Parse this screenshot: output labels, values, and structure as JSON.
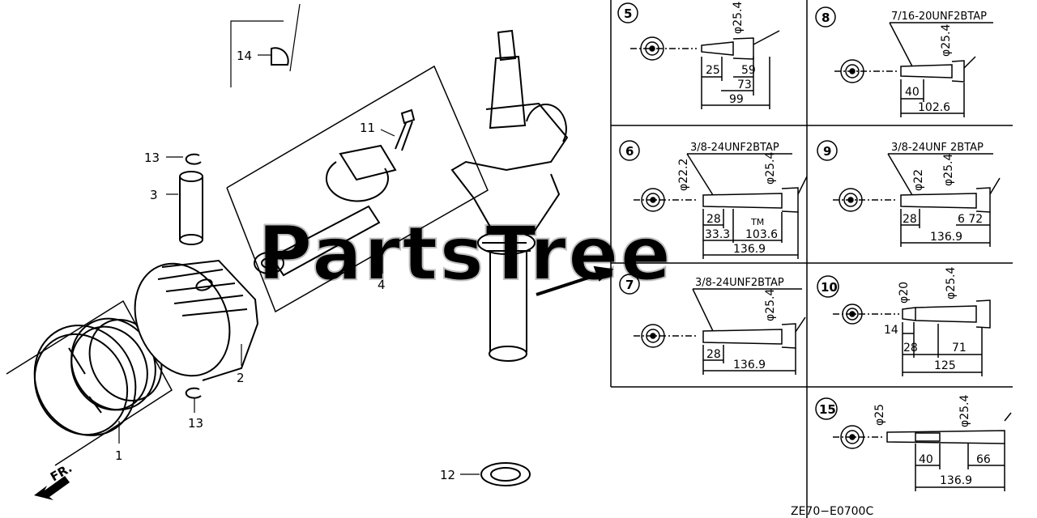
{
  "watermark": {
    "text": "PartsTree",
    "trademark": "TM"
  },
  "diagram_code": "ZE70−E0700C",
  "direction_label": "FR.",
  "callouts": {
    "c1": "1",
    "c2": "2",
    "c3": "3",
    "c4": "4",
    "c11": "11",
    "c12": "12",
    "c13a": "13",
    "c13b": "13",
    "c14": "14"
  },
  "variants": [
    {
      "id": "5",
      "dims": [
        "φ25.4",
        "25",
        "59",
        "73",
        "99"
      ]
    },
    {
      "id": "6",
      "tap": "3/8-24UNF2BTAP",
      "dims": [
        "φ22.2",
        "φ25.4",
        "28",
        "33.3",
        "103.6",
        "136.9"
      ]
    },
    {
      "id": "7",
      "tap": "3/8-24UNF2BTAP",
      "dims": [
        "φ25.4",
        "28",
        "136.9"
      ]
    },
    {
      "id": "8",
      "tap": "7/16-20UNF2BTAP",
      "dims": [
        "φ25.4",
        "40",
        "102.6"
      ]
    },
    {
      "id": "9",
      "tap": "3/8-24UNF 2BTAP",
      "dims": [
        "φ22",
        "φ25.4",
        "28",
        "6 72",
        "136.9"
      ]
    },
    {
      "id": "10",
      "dims": [
        "φ20",
        "φ25.4",
        "14",
        "28",
        "71",
        "125"
      ]
    },
    {
      "id": "15",
      "dims": [
        "φ25",
        "φ25.4",
        "40",
        "66",
        "136.9"
      ]
    }
  ]
}
